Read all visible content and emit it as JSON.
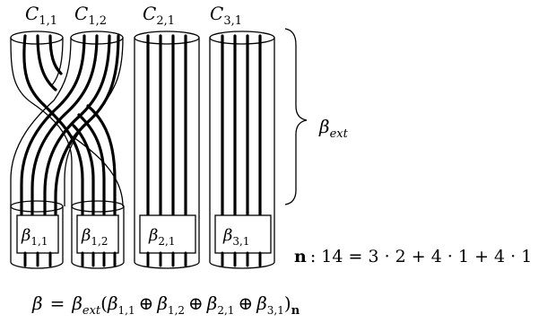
{
  "cylinder_labels": [
    {
      "sym": "C",
      "sub": "1,1"
    },
    {
      "sym": "C",
      "sub": "1,2"
    },
    {
      "sym": "C",
      "sub": "2,1"
    },
    {
      "sym": "C",
      "sub": "3,1"
    }
  ],
  "box_labels": [
    {
      "sym": "β",
      "sub": "1,1"
    },
    {
      "sym": "β",
      "sub": "1,2"
    },
    {
      "sym": "β",
      "sub": "2,1"
    },
    {
      "sym": "β",
      "sub": "3,1"
    }
  ],
  "brace_label": {
    "sym": "β",
    "sub": "ext"
  },
  "n_equation": {
    "bold": "n",
    "rest": ": 14 = 3 · 2 + 4 · 1 + 4 · 1"
  },
  "formula": {
    "lhs": "β",
    "eq": "=",
    "beta": "β",
    "ext_sub": "ext",
    "open": "(",
    "terms": [
      {
        "sym": "β",
        "sub": "1,1"
      },
      {
        "sym": "β",
        "sub": "1,2"
      },
      {
        "sym": "β",
        "sub": "2,1"
      },
      {
        "sym": "β",
        "sub": "3,1"
      }
    ],
    "oplus": "⊕",
    "close": ")",
    "bold_sub": "n"
  }
}
